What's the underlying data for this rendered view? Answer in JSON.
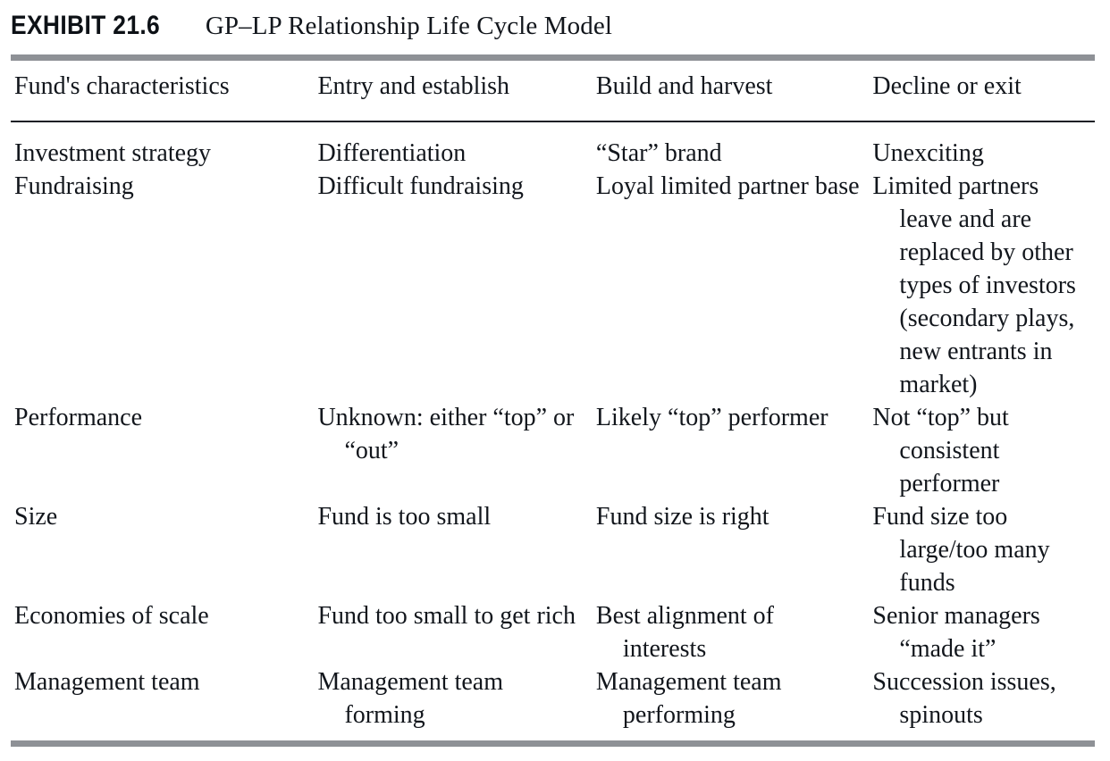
{
  "exhibit": {
    "label": "EXHIBIT 21.6",
    "title": "GP–LP Relationship Life Cycle Model"
  },
  "table": {
    "headers": [
      "Fund's characteristics",
      "Entry and establish",
      "Build and harvest",
      "Decline or exit"
    ],
    "rows": [
      {
        "characteristic": "Investment strategy",
        "entry_and_establish": "Differentiation",
        "build_and_harvest": "“Star” brand",
        "decline_or_exit": "Unexciting"
      },
      {
        "characteristic": "Fundraising",
        "entry_and_establish": "Difficult fundraising",
        "build_and_harvest": "Loyal limited partner base",
        "decline_or_exit": "Limited partners leave and are replaced by other types of investors (secondary plays, new entrants in market)"
      },
      {
        "characteristic": "Performance",
        "entry_and_establish": "Unknown: either “top” or “out”",
        "build_and_harvest": "Likely “top” performer",
        "decline_or_exit": "Not “top” but consistent performer"
      },
      {
        "characteristic": "Size",
        "entry_and_establish": "Fund is too small",
        "build_and_harvest": "Fund size is right",
        "decline_or_exit": "Fund size too large/too many funds"
      },
      {
        "characteristic": "Economies of scale",
        "entry_and_establish": "Fund too small to get rich",
        "build_and_harvest": "Best alignment of interests",
        "decline_or_exit": "Senior managers “made it”"
      },
      {
        "characteristic": "Management team",
        "entry_and_establish": "Management team forming",
        "build_and_harvest": "Management team performing",
        "decline_or_exit": "Succession issues, spinouts"
      }
    ]
  },
  "colors": {
    "rule_thick": "#8e9196",
    "rule_thin": "#1b1f25",
    "text": "#12161c",
    "background": "#ffffff"
  }
}
